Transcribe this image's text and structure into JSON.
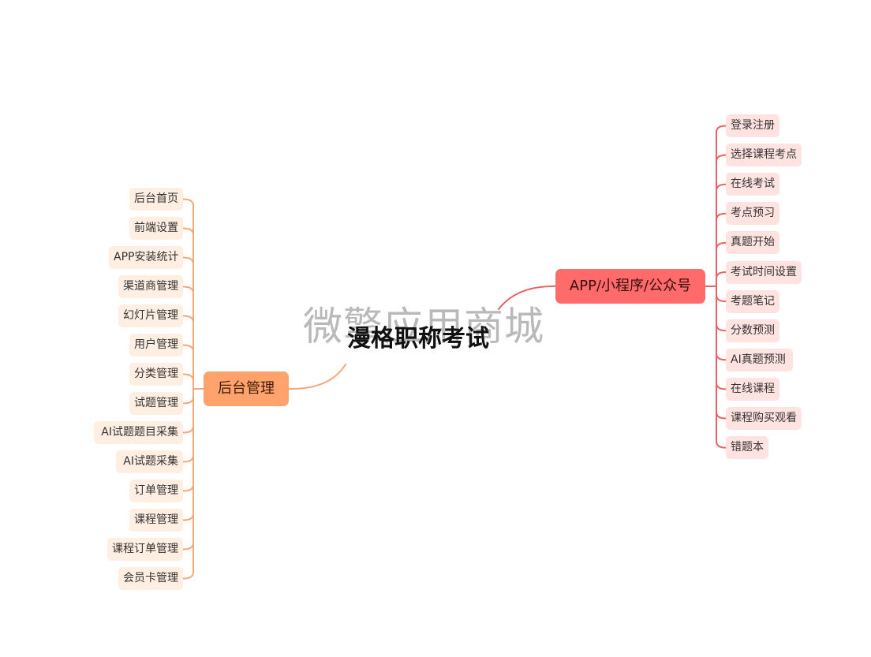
{
  "center": {
    "title": "漫格职称考试"
  },
  "watermark": {
    "text": "微擎应用商城"
  },
  "right_branch": {
    "label": "APP/小程序/公众号",
    "children": [
      "登录注册",
      "选择课程考点",
      "在线考试",
      "考点预习",
      "真题开始",
      "考试时间设置",
      "考题笔记",
      "分数预测",
      "AI真题预测",
      "在线课程",
      "课程购买观看",
      "错题本"
    ]
  },
  "left_branch": {
    "label": "后台管理",
    "children": [
      "后台首页",
      "前端设置",
      "APP安装统计",
      "渠道商管理",
      "幻灯片管理",
      "用户管理",
      "分类管理",
      "试题管理",
      "AI试题题目采集",
      "AI试题采集",
      "订单管理",
      "课程管理",
      "课程订单管理",
      "会员卡管理"
    ]
  },
  "colors": {
    "right_branch": "#ff6b6b",
    "right_leaf_bg": "#ffe3e1",
    "right_line": "#e86464",
    "left_branch": "#ffa26b",
    "left_leaf_bg": "#ffeee2",
    "left_line": "#f4a877"
  }
}
